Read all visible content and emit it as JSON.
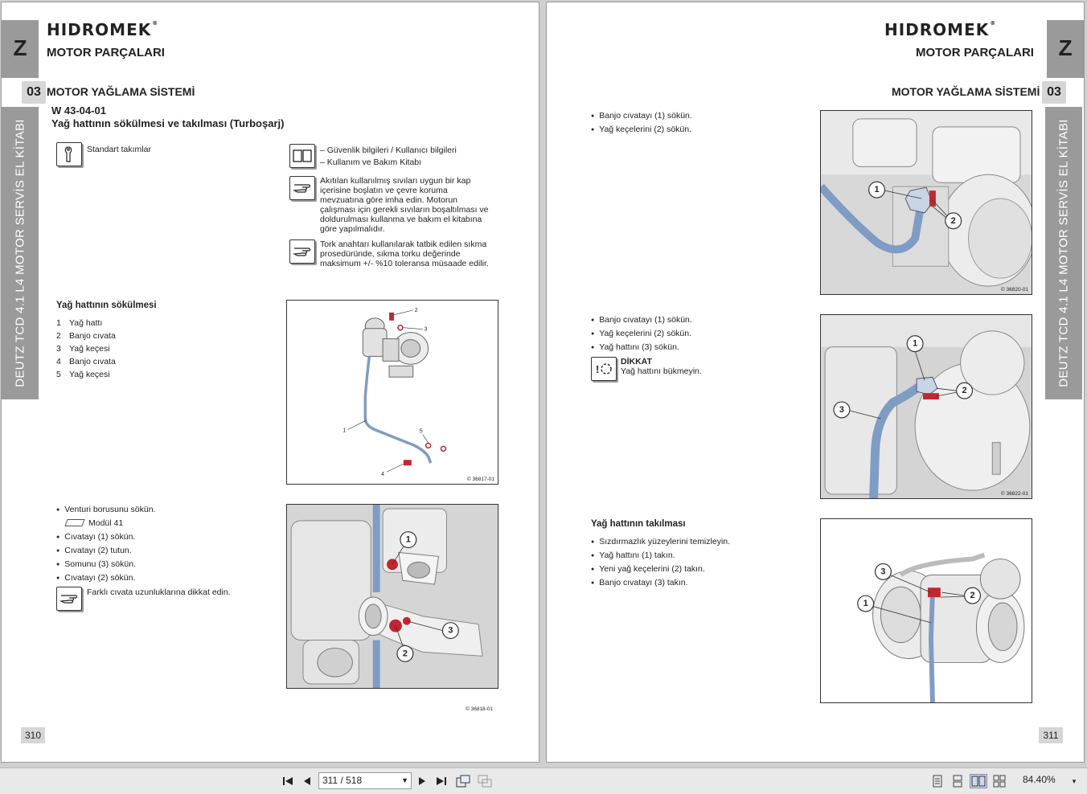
{
  "left_page": {
    "brand": "HIDROMEK",
    "chapter_letter": "Z",
    "chapter_title": "MOTOR PARÇALARI",
    "section_num": "03",
    "section_title": "MOTOR YAĞLAMA SİSTEMİ",
    "sidebar_text": "DEUTZ TCD 4.1 L4 MOTOR SERVİS EL KİTABI",
    "w_code": "W 43-04-01",
    "w_title": "Yağ hattının sökülmesi ve takılması (Turboşarj)",
    "tools_label": "Standart takımlar",
    "ref_lines": [
      "– Güvenlik bilgileri / Kullanıcı bilgileri",
      "– Kullanım ve Bakım Kitabı"
    ],
    "note1": "Akıtılan kullanılmış sıvıları uygun bir kap içerisine boşlatın ve çevre koruma mevzuatına göre imha edin. Motorun çalışması için gerekli sıvıların boşaltılması ve doldurulması kullanma ve bakım el kitabına göre yapılmalıdır.",
    "note2": "Tork anahtarı kullanılarak tatbik edilen sıkma prosedüründe, sıkma torku değerinde maksimum +/- %10 toleransa müsaade edilir.",
    "removal_heading": "Yağ hattının sökülmesi",
    "parts": [
      {
        "n": "1",
        "label": "Yağ hattı"
      },
      {
        "n": "2",
        "label": "Banjo cıvata"
      },
      {
        "n": "3",
        "label": "Yağ keçesi"
      },
      {
        "n": "4",
        "label": "Banjo cıvata"
      },
      {
        "n": "5",
        "label": "Yağ keçesi"
      }
    ],
    "fig1_code": "© 36817-01",
    "steps_a_first": "Venturi borusunu sökün.",
    "module_ref": "Modül 41",
    "steps_a": [
      "Cıvatayı (1) sökün.",
      "Cıvatayı (2) tutun.",
      "Somunu (3) sökün.",
      "Cıvatayı (2) sökün."
    ],
    "note3": "Farklı cıvata uzunluklarına dikkat edin.",
    "fig2_code": "© 36818-01",
    "page_number": "310"
  },
  "right_page": {
    "brand": "HIDROMEK",
    "chapter_letter": "Z",
    "chapter_title": "MOTOR PARÇALARI",
    "section_num": "03",
    "section_title": "MOTOR YAĞLAMA SİSTEMİ",
    "sidebar_text": "DEUTZ TCD 4.1 L4 MOTOR SERVİS EL KİTABI",
    "steps_b": [
      "Banjo cıvatayı (1) sökün.",
      "Yağ keçelerini (2) sökün."
    ],
    "fig3_code": "© 36820-01",
    "steps_c": [
      "Banjo cıvatayı (1) sökün.",
      "Yağ keçelerini (2) sökün.",
      "Yağ hattını (3) sökün."
    ],
    "caution_title": "DİKKAT",
    "caution_text": "Yağ hattını bükmeyin.",
    "fig4_code": "© 36822-01",
    "install_heading": "Yağ hattının takılması",
    "steps_d": [
      "Sızdırmazlık yüzeylerini temizleyin.",
      "Yağ hattını (1) takın.",
      "Yeni yağ keçelerini (2) takın.",
      "Banjo cıvatayı (3) takın."
    ],
    "page_number": "311"
  },
  "toolbar": {
    "page_field": "311 / 518",
    "zoom": "84.40%",
    "icons": [
      "first-page-icon",
      "prev-page-icon",
      "next-page-icon",
      "last-page-icon",
      "fit-page-icon",
      "rotate-icon",
      "single-page-view-icon",
      "continuous-view-icon",
      "two-page-view-icon",
      "two-page-continuous-icon",
      "zoom-dropdown-icon"
    ]
  },
  "colors": {
    "sidebar_grey": "#9a9a9a",
    "tab_grey": "#d6d6d6",
    "pipe_blue": "#7f9cc4",
    "seal_red": "#c0282e"
  }
}
